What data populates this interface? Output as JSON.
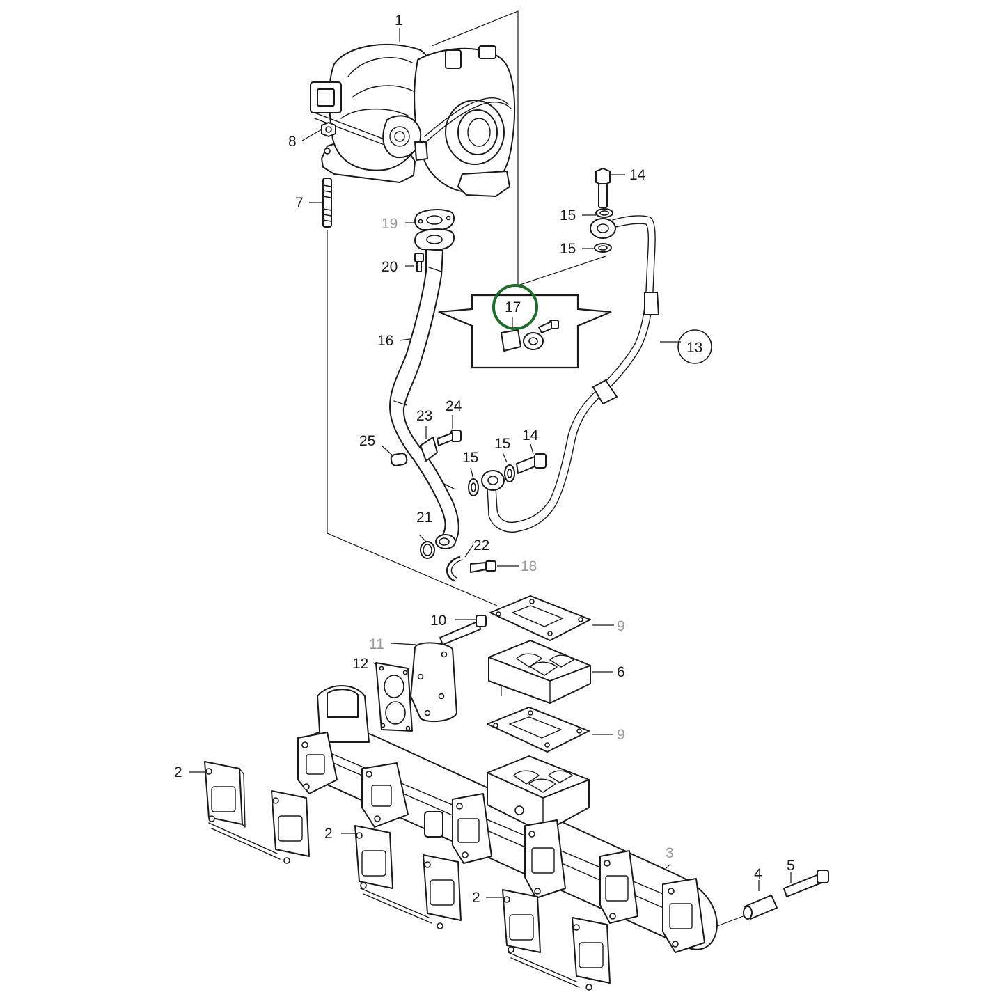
{
  "diagram": {
    "highlight_color": "#1e6b2c",
    "callouts": [
      {
        "id": "c1",
        "text": "1"
      },
      {
        "id": "c2a",
        "text": "2"
      },
      {
        "id": "c2b",
        "text": "2"
      },
      {
        "id": "c2c",
        "text": "2"
      },
      {
        "id": "c3",
        "text": "3"
      },
      {
        "id": "c4",
        "text": "4"
      },
      {
        "id": "c5",
        "text": "5"
      },
      {
        "id": "c6",
        "text": "6"
      },
      {
        "id": "c7",
        "text": "7"
      },
      {
        "id": "c8",
        "text": "8"
      },
      {
        "id": "c9a",
        "text": "9"
      },
      {
        "id": "c9b",
        "text": "9"
      },
      {
        "id": "c10",
        "text": "10"
      },
      {
        "id": "c11",
        "text": "11"
      },
      {
        "id": "c12",
        "text": "12"
      },
      {
        "id": "c13",
        "text": "13"
      },
      {
        "id": "c14a",
        "text": "14"
      },
      {
        "id": "c14b",
        "text": "14"
      },
      {
        "id": "c15a",
        "text": "15"
      },
      {
        "id": "c15b",
        "text": "15"
      },
      {
        "id": "c15c",
        "text": "15"
      },
      {
        "id": "c15d",
        "text": "15"
      },
      {
        "id": "c16",
        "text": "16"
      },
      {
        "id": "c17",
        "text": "17"
      },
      {
        "id": "c18",
        "text": "18"
      },
      {
        "id": "c19",
        "text": "19"
      },
      {
        "id": "c20",
        "text": "20"
      },
      {
        "id": "c21",
        "text": "21"
      },
      {
        "id": "c22",
        "text": "22"
      },
      {
        "id": "c23",
        "text": "23"
      },
      {
        "id": "c24",
        "text": "24"
      },
      {
        "id": "c25",
        "text": "25"
      }
    ]
  }
}
